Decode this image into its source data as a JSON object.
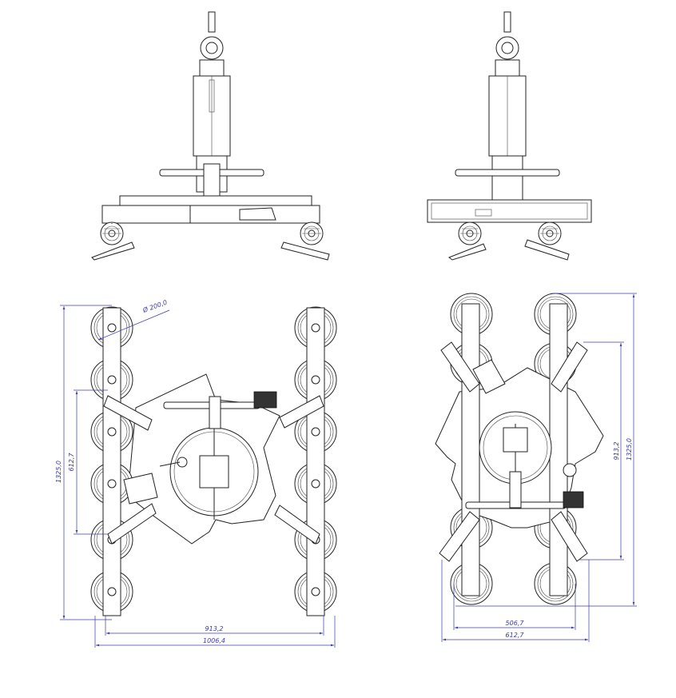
{
  "drawing": {
    "dim_color": "#3b3ba8",
    "line_color": "#222222",
    "left_plan_view": {
      "diameter_label": "Ø 200,0",
      "height_overall": "1325,0",
      "inner_height": "612,7",
      "width_inner": "913,2",
      "width_overall": "1006,4"
    },
    "right_plan_view": {
      "height_overall": "1325,0",
      "inner_height": "913,2",
      "width_inner": "506,7",
      "width_overall": "612,7"
    }
  }
}
